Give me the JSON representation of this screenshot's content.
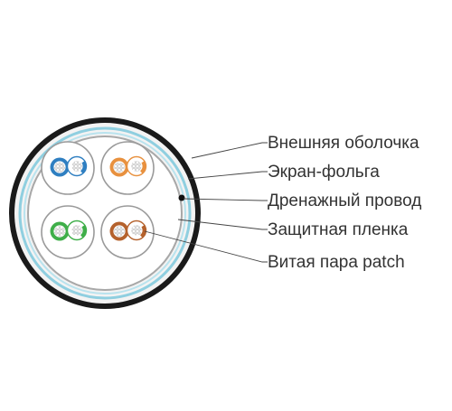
{
  "diagram": {
    "labels": [
      "Внешняя оболочка",
      "Экран-фольга",
      "Дренажный провод",
      "Защитная пленка",
      "Витая пара patch"
    ],
    "pairs": [
      {
        "name": "blue-pair",
        "color": "#2f7fc1"
      },
      {
        "name": "orange-pair",
        "color": "#e8913f"
      },
      {
        "name": "green-pair",
        "color": "#3fae49"
      },
      {
        "name": "brown-pair",
        "color": "#b5622d"
      }
    ],
    "colors": {
      "jacket": "#1a1a1a",
      "foil": "#8fcfe0",
      "film": "#a8a8a8",
      "leader": "#444444",
      "text": "#333333",
      "drain": "#111111"
    }
  }
}
